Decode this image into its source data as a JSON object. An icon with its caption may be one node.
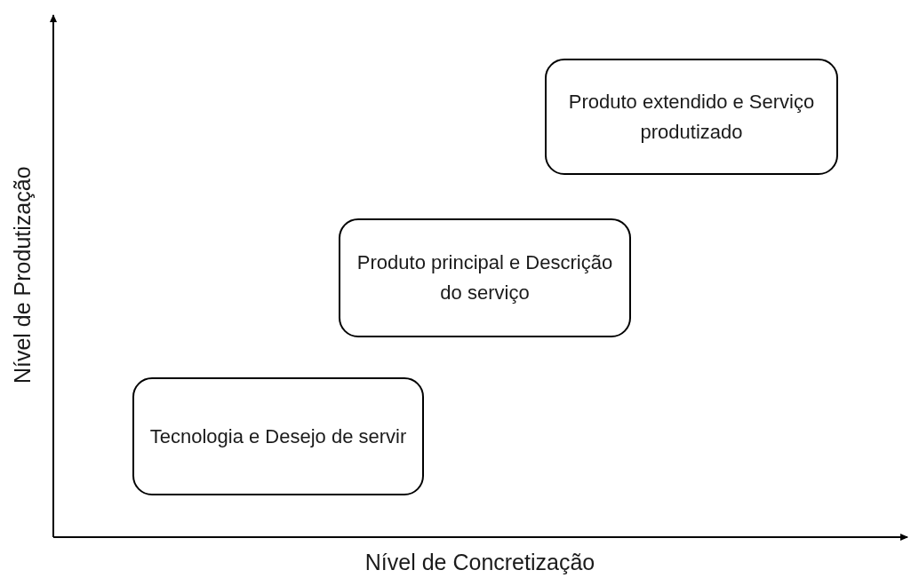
{
  "diagram": {
    "nodes": [
      {
        "text": [
          "Produto extendido e Serviço produtizado"
        ]
      },
      {
        "text": [
          "Produto principal e Descrição do serviço"
        ]
      },
      {
        "text": [
          "Tecnologia e Desejo de servir"
        ]
      }
    ],
    "labels": [
      "Nível de Produtização",
      "Nível de Concretização"
    ]
  }
}
